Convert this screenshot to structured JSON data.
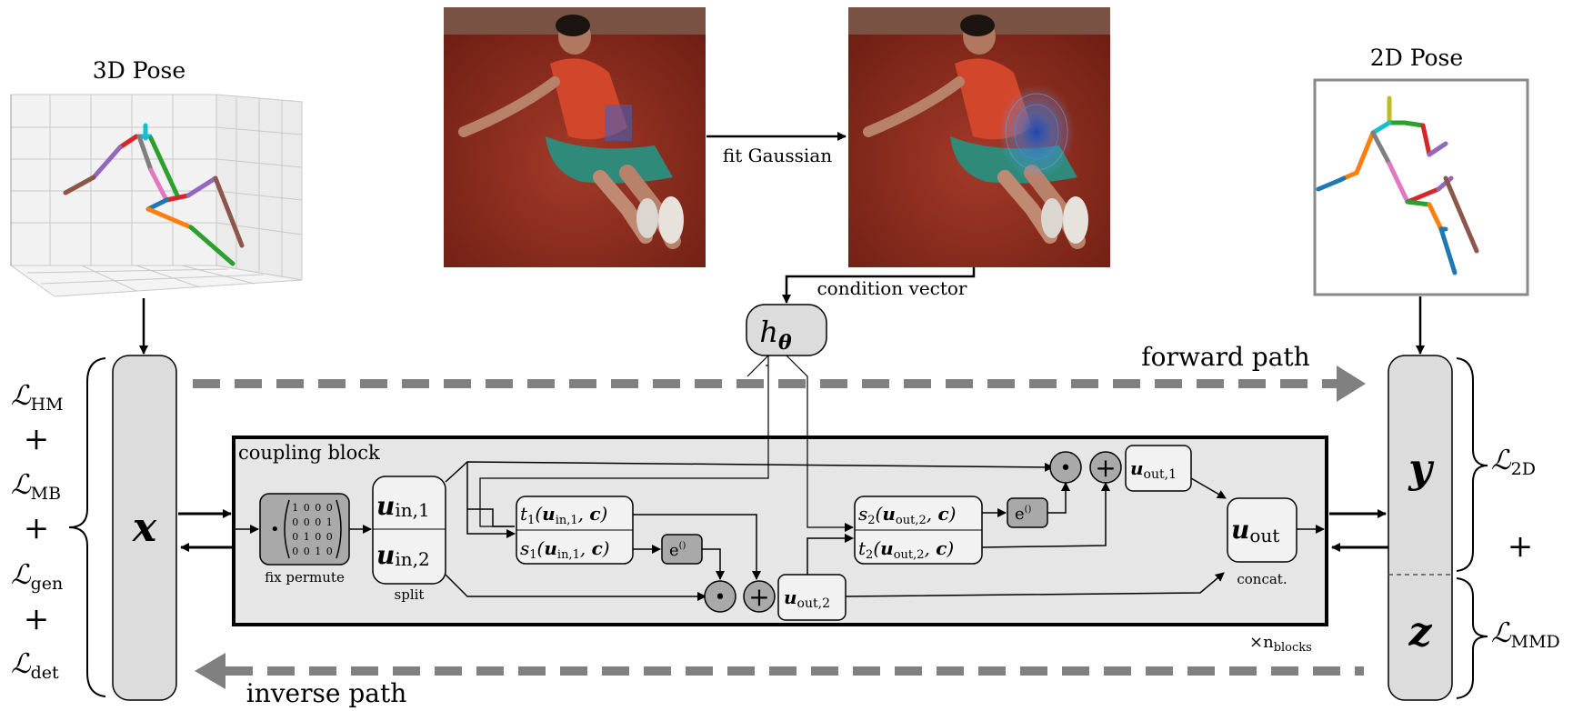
{
  "titles": {
    "pose3d": "3D Pose",
    "pose2d": "2D Pose"
  },
  "arrows": {
    "fit_gaussian": "fit Gaussian",
    "condition_vector": "condition vector",
    "forward_path": "forward path",
    "inverse_path": "inverse path"
  },
  "nodes": {
    "h_theta": "h",
    "h_theta_sub": "θ",
    "x": "x",
    "y": "y",
    "z": "z"
  },
  "block": {
    "title": "coupling block",
    "permute_caption": "fix permute",
    "split_caption": "split",
    "concat_caption": "concat.",
    "repeat": "×n",
    "repeat_sub": "blocks",
    "matrix_rows": [
      "1 0 0 0",
      "0 0 0 1",
      "0 1 0 0",
      "0 0 1 0"
    ],
    "u": "u",
    "sub_in1": "in,1",
    "sub_in2": "in,2",
    "sub_out1": "out,1",
    "sub_out2": "out,2",
    "sub_out": "out",
    "t1": "t",
    "t1_sub": "1",
    "s1": "s",
    "s1_sub": "1",
    "s2": "s",
    "s2_sub": "2",
    "t2": "t",
    "t2_sub": "2",
    "arg_c": "c",
    "exp": "e",
    "exp_sup": "()",
    "dot": "•",
    "plus": "+"
  },
  "losses_left": [
    {
      "sym": "ℒ",
      "sub": "HM"
    },
    {
      "sym": "+",
      "sub": ""
    },
    {
      "sym": "ℒ",
      "sub": "MB"
    },
    {
      "sym": "+",
      "sub": ""
    },
    {
      "sym": "ℒ",
      "sub": "gen"
    },
    {
      "sym": "+",
      "sub": ""
    },
    {
      "sym": "ℒ",
      "sub": "det"
    }
  ],
  "losses_right": {
    "top": {
      "sym": "ℒ",
      "sub": "2D"
    },
    "plus": "+",
    "bottom": {
      "sym": "ℒ",
      "sub": "MMD"
    }
  },
  "colors": {
    "node_fill": "#dcdcdc",
    "block_fill": "#e6e6e6",
    "dark_fill": "#a9a9a9",
    "path_gray": "#808080",
    "photo_red": "#8a2a1e"
  }
}
